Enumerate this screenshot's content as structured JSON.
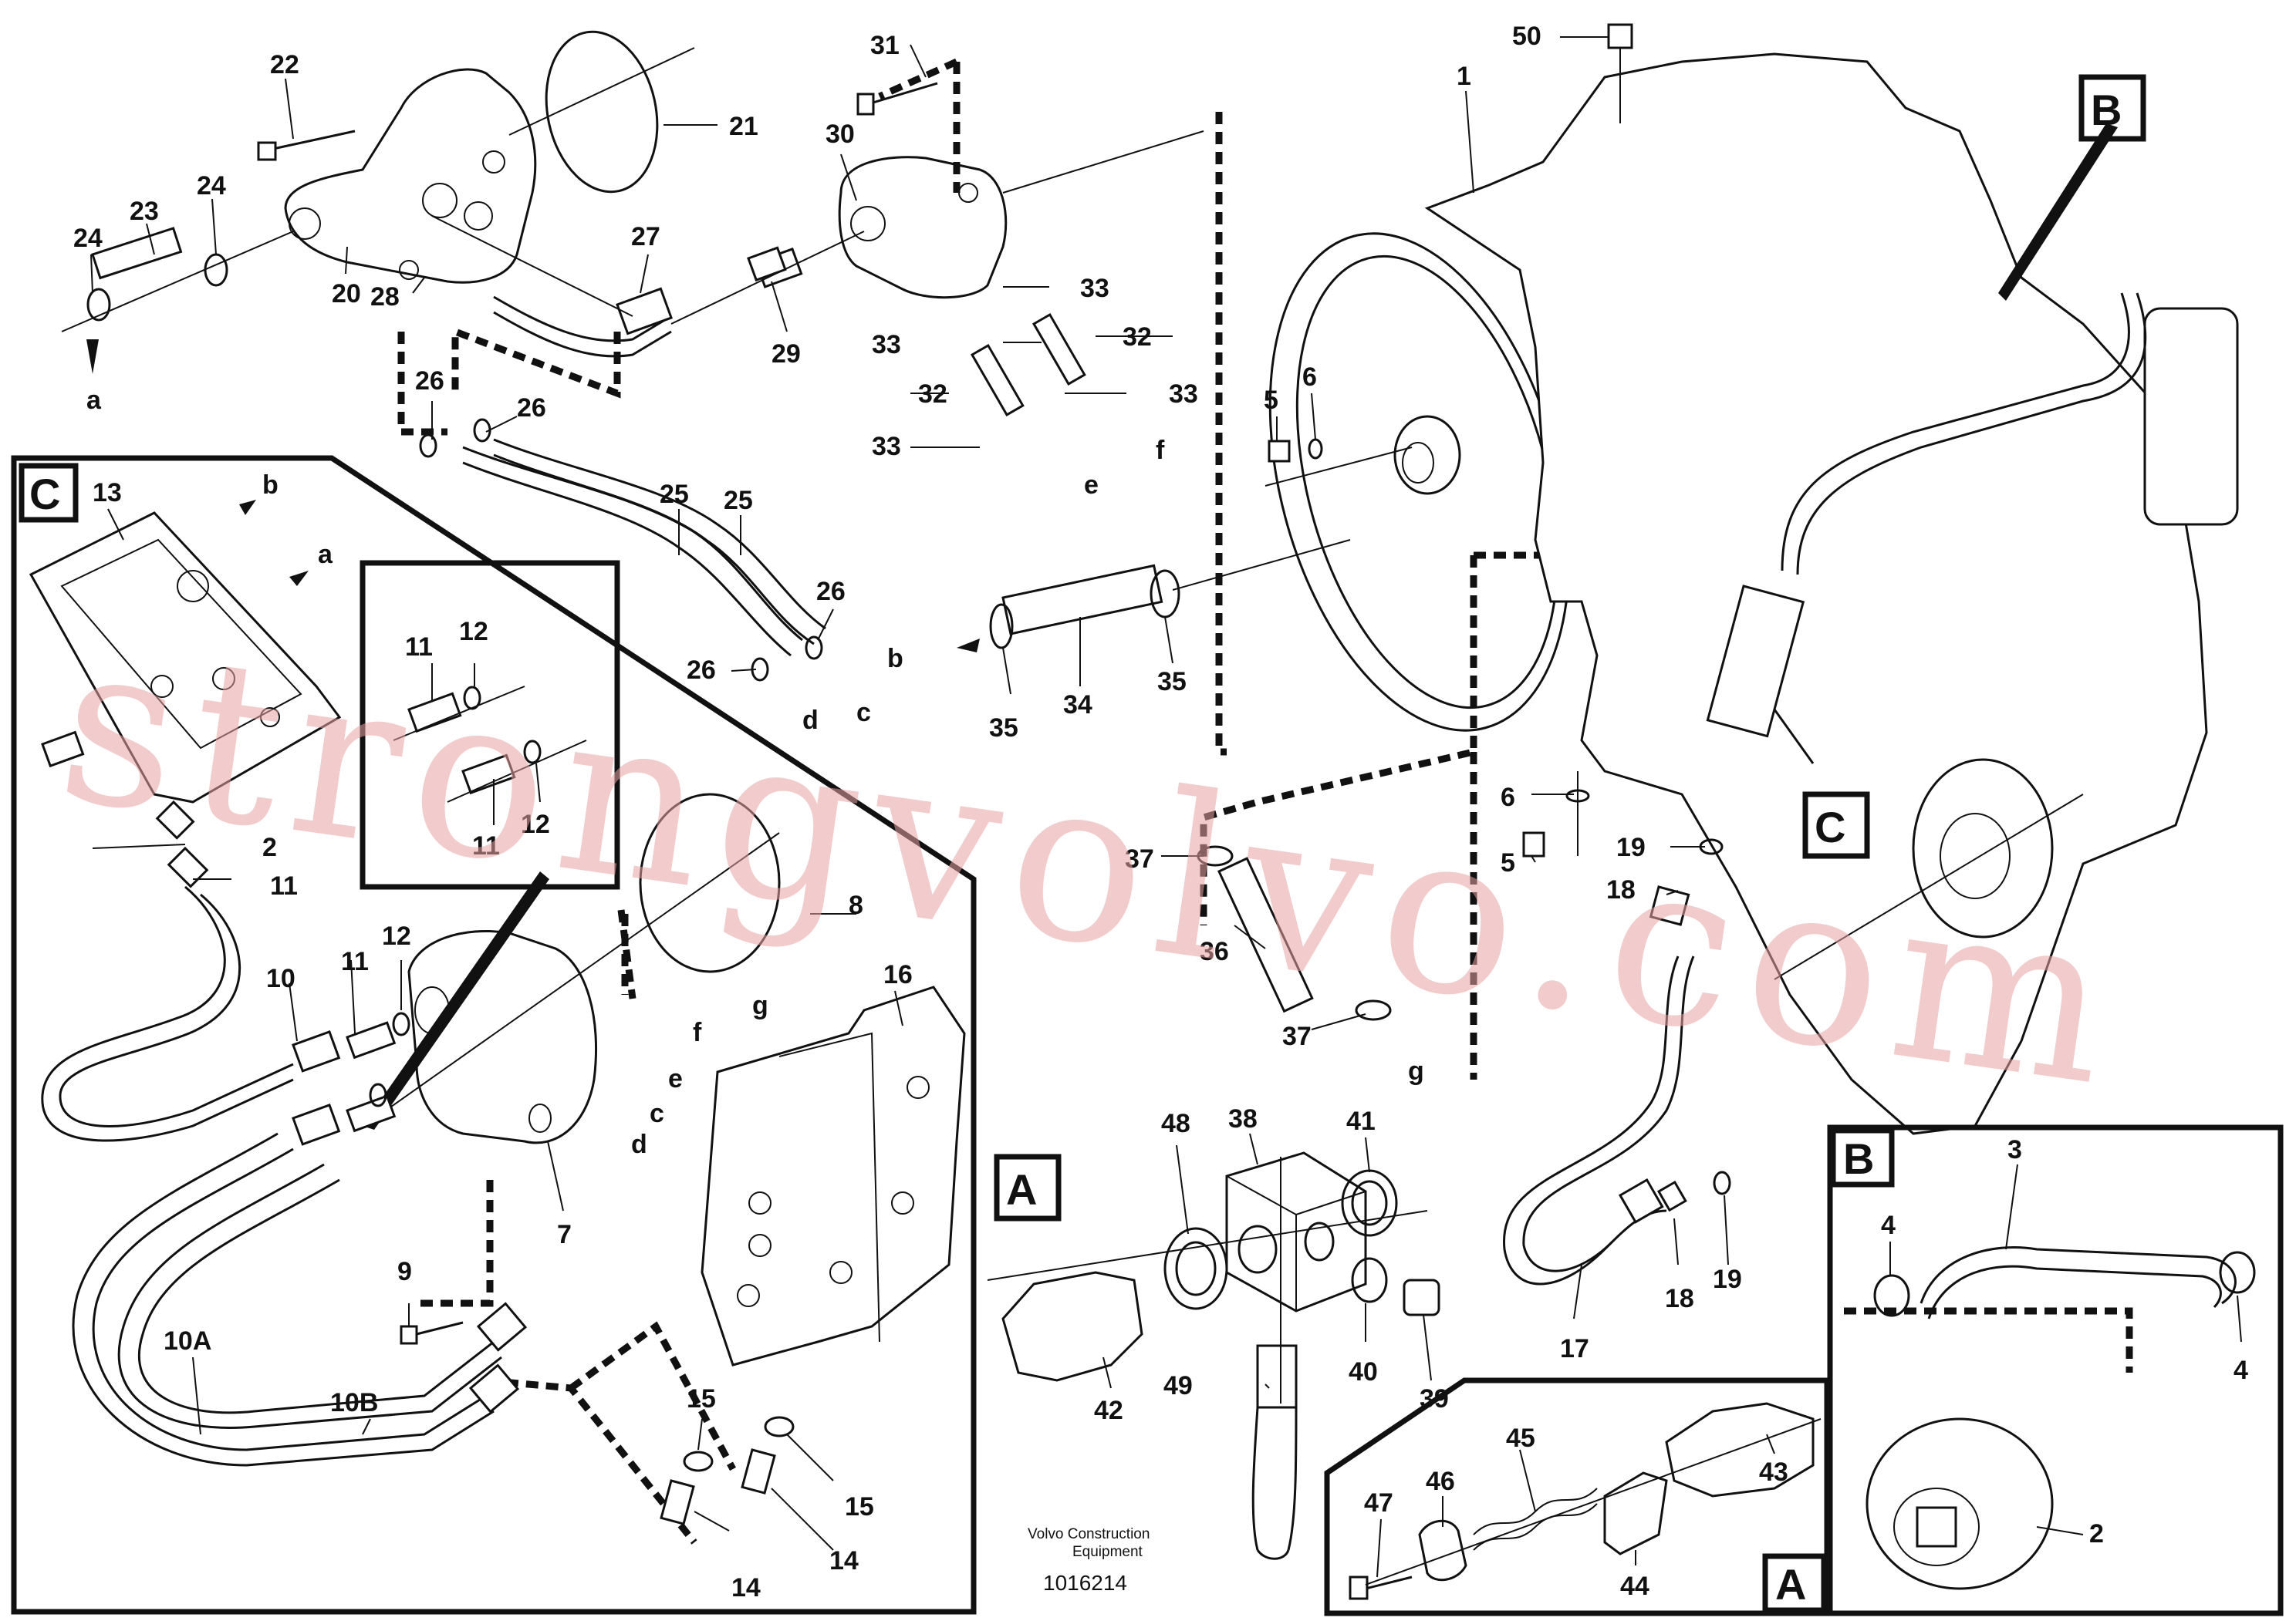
{
  "watermark": "strongvolvo.com",
  "footer": {
    "brand_line1": "Volvo Construction",
    "brand_line2": "Equipment",
    "drawing_number": "1016214"
  },
  "views": {
    "A_main": "A",
    "B_main": "B",
    "C_main": "C",
    "A_detail": "A",
    "B_detail": "B",
    "C_detail": "C"
  },
  "callouts": {
    "c50": "50",
    "c1": "1",
    "c31": "31",
    "c30": "30",
    "c22": "22",
    "c21": "21",
    "c23": "23",
    "c24a": "24",
    "c24b": "24",
    "c20": "20",
    "c28": "28",
    "c27": "27",
    "c29": "29",
    "c33a": "33",
    "c33b": "33",
    "c33c": "33",
    "c33d": "33",
    "c32a": "32",
    "c32b": "32",
    "c26a": "26",
    "c26b": "26",
    "c26c": "26",
    "c26d": "26",
    "c25a": "25",
    "c25b": "25",
    "c5a": "5",
    "c6a": "6",
    "c35a": "35",
    "c35b": "35",
    "c34": "34",
    "c13": "13",
    "c2a": "2",
    "c11a": "11",
    "c11b": "11",
    "c11c": "11",
    "c11d": "11",
    "c12a": "12",
    "c12b": "12",
    "c12c": "12",
    "c10": "10",
    "c10a": "10A",
    "c10b": "10B",
    "c9": "9",
    "c7": "7",
    "c8": "8",
    "c16": "16",
    "c15a": "15",
    "c15b": "15",
    "c14a": "14",
    "c14b": "14",
    "c37a": "37",
    "c37b": "37",
    "c36": "36",
    "c38": "38",
    "c48": "48",
    "c41": "41",
    "c40": "40",
    "c39": "39",
    "c42": "42",
    "c49": "49",
    "c6b": "6",
    "c5b": "5",
    "c19a": "19",
    "c19b": "19",
    "c18a": "18",
    "c18b": "18",
    "c17": "17",
    "c3": "3",
    "c4a": "4",
    "c4b": "4",
    "c2b": "2",
    "c45": "45",
    "c46": "46",
    "c47": "47",
    "c44": "44",
    "c43": "43"
  },
  "letters": {
    "a1": "a",
    "a2": "a",
    "b1": "b",
    "b2": "b",
    "c1": "c",
    "c2": "c",
    "d1": "d",
    "d2": "d",
    "e1": "e",
    "e2": "e",
    "f1": "f",
    "f2": "f",
    "g1": "g",
    "g2": "g"
  }
}
